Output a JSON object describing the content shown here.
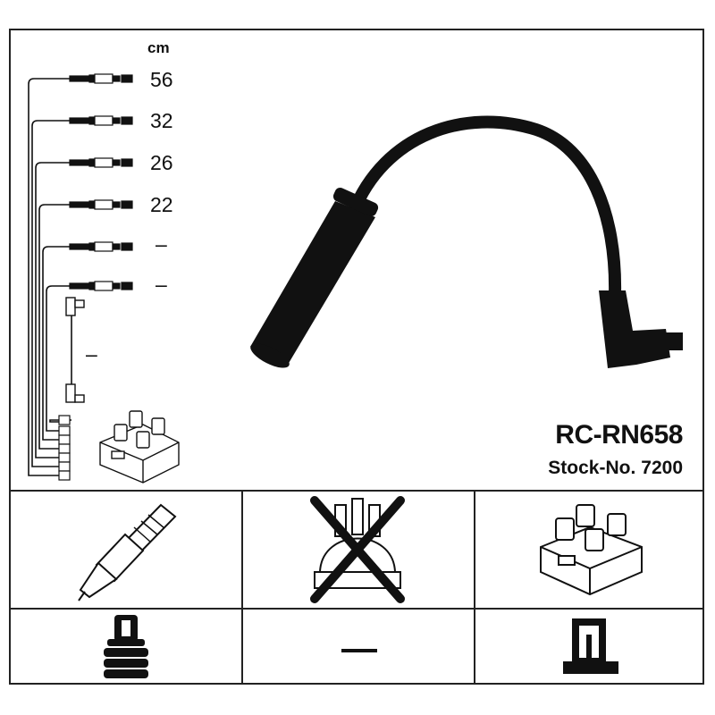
{
  "unit_label": "cm",
  "lengths": [
    "56",
    "32",
    "26",
    "22",
    "–",
    "–",
    "–"
  ],
  "product": {
    "code": "RC-RN658",
    "stock_label": "Stock-No.",
    "stock_number": "7200"
  },
  "cells": {
    "spark_plug_icon": "spark-plug",
    "distributor_cap_icon": "distributor-cap-crossed",
    "ignition_coil_icon": "ignition-coil",
    "plug_boot_icon": "plug-boot",
    "middle_dash": "",
    "coil_terminal_icon": "coil-terminal"
  },
  "colors": {
    "ink": "#111111",
    "background": "#ffffff"
  }
}
